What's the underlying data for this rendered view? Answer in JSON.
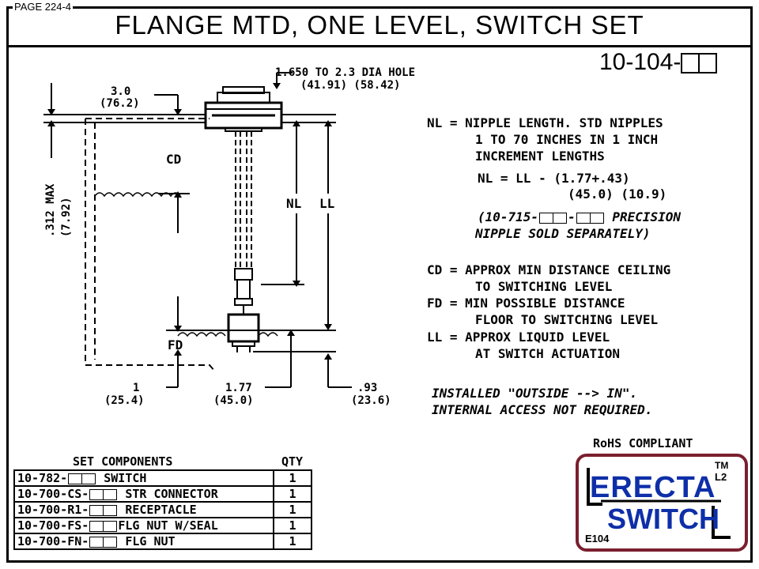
{
  "page_label": "PAGE 224-4",
  "title": "FLANGE MTD, ONE LEVEL, SWITCH SET",
  "part_number": "10-104-",
  "dimensions": {
    "hole_line1": "1.650 TO 2.3 DIA HOLE",
    "hole_line2": "(41.91) (58.42)",
    "width_in": "3.0",
    "width_mm": "(76.2)",
    "max_in": ".312 MAX",
    "max_mm": "(7.92)",
    "cd": "CD",
    "nl": "NL",
    "ll": "LL",
    "fd": "FD",
    "d1_in": "1",
    "d1_mm": "(25.4)",
    "d2_in": "1.77",
    "d2_mm": "(45.0)",
    "d3_in": ".93",
    "d3_mm": "(23.6)"
  },
  "notes": {
    "nl1": "NL = NIPPLE LENGTH. STD NIPPLES",
    "nl2": "1 TO 70 INCHES IN 1 INCH",
    "nl3": "INCREMENT LENGTHS",
    "formula1": "NL = LL - (1.77+.43)",
    "formula2": "(45.0) (10.9)",
    "precision_a": "(10-715-",
    "precision_b": "-",
    "precision_c": " PRECISION",
    "precision2": "NIPPLE SOLD SEPARATELY)",
    "cd1": "CD = APPROX MIN DISTANCE CEILING",
    "cd2": "TO SWITCHING LEVEL",
    "fd1": "FD = MIN POSSIBLE DISTANCE",
    "fd2": "FLOOR TO SWITCHING LEVEL",
    "ll1": "LL = APPROX LIQUID LEVEL",
    "ll2": "AT SWITCH ACTUATION",
    "install1": "INSTALLED \"OUTSIDE --> IN\".",
    "install2": "INTERNAL ACCESS NOT REQUIRED."
  },
  "components": {
    "header_name": "SET COMPONENTS",
    "header_qty": "QTY",
    "rows": [
      {
        "pre": "10-782-",
        "post": " SWITCH",
        "qty": "1"
      },
      {
        "pre": "10-700-CS-",
        "post": " STR CONNECTOR",
        "qty": "1"
      },
      {
        "pre": "10-700-R1-",
        "post": " RECEPTACLE",
        "qty": "1"
      },
      {
        "pre": "10-700-FS-",
        "post": "FLG NUT W/SEAL",
        "qty": "1"
      },
      {
        "pre": "10-700-FN-",
        "post": " FLG NUT",
        "qty": "1"
      }
    ]
  },
  "rohs": "RoHS COMPLIANT",
  "logo": {
    "line1": "ERECTA",
    "line2": "SWITCH",
    "tm": "TM",
    "l2": "L2",
    "code": "E104",
    "border_color": "#7a1f2e",
    "text_color": "#0e2fa8"
  }
}
